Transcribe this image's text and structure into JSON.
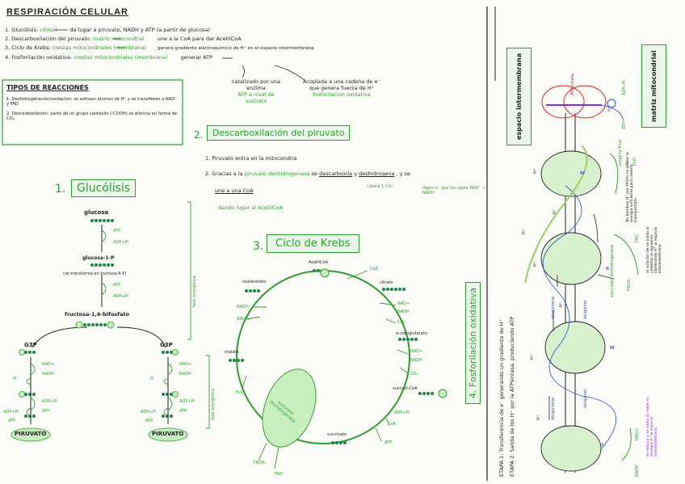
{
  "header": {
    "title": "RESPIRACIÓN CELULAR"
  },
  "overview": [
    {
      "num": "1.",
      "name": "Glucólisis:",
      "loc": "citosol",
      "desc": "da lugar a piruvato, NADH y ATP (a partir de glucosa)"
    },
    {
      "num": "2.",
      "name": "Descarboxilación del piruvato:",
      "loc": "matriz mitocondrial",
      "desc": "une a la CoA para dar AcetilCoA"
    },
    {
      "num": "3.",
      "name": "Ciclo de Krebs:",
      "loc": "crestas mitocondriales (membrana)",
      "desc": "genera gradiente electroquímico de H⁺ en el espacio intermembrana"
    },
    {
      "num": "4.",
      "name": "Fosforilación oxidativa:",
      "loc": "crestas mitocondriales (membrana)",
      "desc": "generar ATP"
    }
  ],
  "atp_branch": {
    "left": "catalizado por una enzima",
    "left_green": "ATP a nivel de sustrato",
    "right": "Acoplada a una cadena de e⁻ que genera fuerza de H⁺",
    "right_green": "fosforilación oxidativa"
  },
  "reactions_box": {
    "title": "TIPOS DE REACCIONES",
    "items": [
      "1. Deshidrogenación/oxidación: se extraen átomos de H⁺ y se transfieren a NAD⁺ y FAD",
      "2. Descarboxilación: parte de un grupo carboxilo (-COOH) se elimina en forma de CO₂"
    ]
  },
  "glycolysis": {
    "heading_num": "1.",
    "heading": "Glucólisis",
    "glucose": "glucosa",
    "g1p": "glucosa-1-P",
    "g1p_note": "(se transforma en fructosa-6-P)",
    "fructose": "fructosa-1,6-bifosfato",
    "g3p": "G3P",
    "atp": "ATP",
    "adp": "ADP+Pi",
    "nad": "NAD+",
    "nadh": "NADH",
    "pi": "Pi",
    "p": "P",
    "pyruvate": "PIRUVATO",
    "phase1": "fase energética",
    "phase2": "fase energética"
  },
  "decarbox": {
    "heading_num": "2.",
    "heading": "Descarboxilación del piruvato",
    "step1": "1. Piruvato entra en la mitocondria",
    "step2a": "2. Gracias a la",
    "enzyme": "piruvato deshidrogenasa",
    "step2b": "se",
    "descarb": "descarboxila",
    "and": "y",
    "deshid": "deshidrogena",
    "step2c": ", y se",
    "step2d": "une a una CoA",
    "result": "dando lugar al AcetilCoA",
    "co2note": "Libera 1 CO₂",
    "hnote": "libera e⁻ que los capta NAD⁺ → NADH"
  },
  "krebs": {
    "heading_num": "3.",
    "heading": "Ciclo de Krebs",
    "acetylcoa": "AcetilCoA",
    "coa": "CoA",
    "citrate": "citrato",
    "oxaloacetate": "oxalacetato",
    "alfa": "α-cetoglutarato",
    "succcoa": "succinil-CoA",
    "succinate": "succinato",
    "malate": "malato",
    "nad": "NAD+",
    "nadh": "NADH",
    "co2": "CO₂",
    "h2o": "H₂O",
    "atp": "ATP",
    "adp": "ADP+Pi",
    "fad": "FAD",
    "fadh2": "FADH₂",
    "enzyme": "succinato deshidrogenasa"
  },
  "oxphos": {
    "heading_num": "4.",
    "heading": "Fosforilación oxidativa",
    "stage1": "ETAPA 1: Transferencia de e⁻ generando un gradiente de H⁺",
    "stage2": "ETAPA 2: Salida de los H⁺ por la ATPsintasa, produciendo ATP",
    "intermembrane": "espacio intermembrana",
    "matrix": "matriz mitocondrial",
    "atpsynthase": "ATPsintasa",
    "adp": "ADP+Pi",
    "atp": "ATP",
    "h": "H⁺",
    "o2": "O₂",
    "h2o": "H₂O",
    "oxygen_note": "oxígeno final",
    "nadh": "NADH",
    "nad": "NAD+",
    "fad": "FAD",
    "fadh2": "FADH₂",
    "ubiquinone": "ubiquinona",
    "ubiquinol": "ubiquinol",
    "cyt": "citocromo c",
    "complexes": [
      "I",
      "II",
      "III",
      "IV"
    ],
    "note_fadh": "No bombea H⁺ por FADH₂ no posee la energía suficiente para cederlo transportarlo",
    "complex2_label": "succinato deshidrogenasa",
    "note_c2": "el cofactor de se oxida al cederlos al siguiente Eliminando H⁺ al espacio intermembrana",
    "note_c1": "se reduce y se oxida al ceder su energía H⁺ al espacio intermembrana"
  },
  "colors": {
    "green": "#2f9e2f",
    "red": "#d22",
    "purple": "#8a2be2",
    "blue": "#2a4fc7",
    "ink": "#222"
  }
}
